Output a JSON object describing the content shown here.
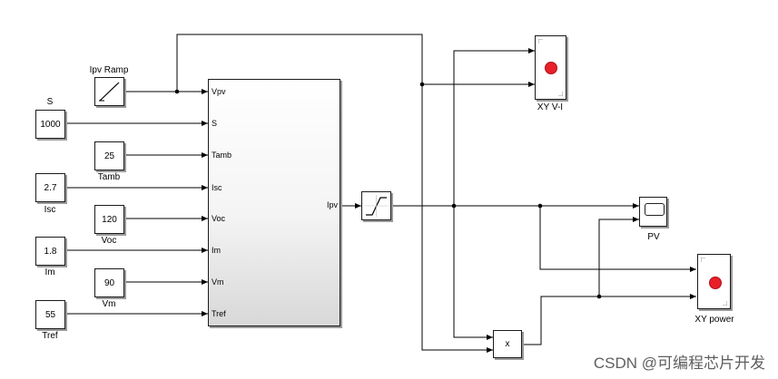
{
  "constants": [
    {
      "id": "S",
      "value": "1000",
      "label": "S"
    },
    {
      "id": "Tamb",
      "value": "25",
      "label": "Tamb"
    },
    {
      "id": "Isc",
      "value": "2.7",
      "label": "Isc"
    },
    {
      "id": "Voc",
      "value": "120",
      "label": "Voc"
    },
    {
      "id": "Im",
      "value": "1.8",
      "label": "Im"
    },
    {
      "id": "Vm",
      "value": "90",
      "label": "Vm"
    },
    {
      "id": "Tref",
      "value": "55",
      "label": "Tref"
    }
  ],
  "ramp": {
    "label": "Ipv Ramp",
    "icon": "ramp-icon"
  },
  "subsystem": {
    "inputs": [
      "Vpv",
      "S",
      "Tamb",
      "Isc",
      "Voc",
      "Im",
      "Vm",
      "Tref"
    ],
    "output": "Ipv"
  },
  "saturation": {
    "icon": "saturation-icon"
  },
  "scopes": {
    "xy_vi": {
      "label": "XY V-I",
      "icon": "xy-graph-icon"
    },
    "pv": {
      "label": "PV",
      "icon": "scope-icon"
    },
    "xy_power": {
      "label": "XY power",
      "icon": "xy-graph-icon"
    }
  },
  "product": {
    "symbol": "x"
  },
  "watermark": "CSDN @可编程芯片开发",
  "colors": {
    "wire": "#000000",
    "dot": "#e8202a",
    "block_border": "#1a1a1a"
  }
}
